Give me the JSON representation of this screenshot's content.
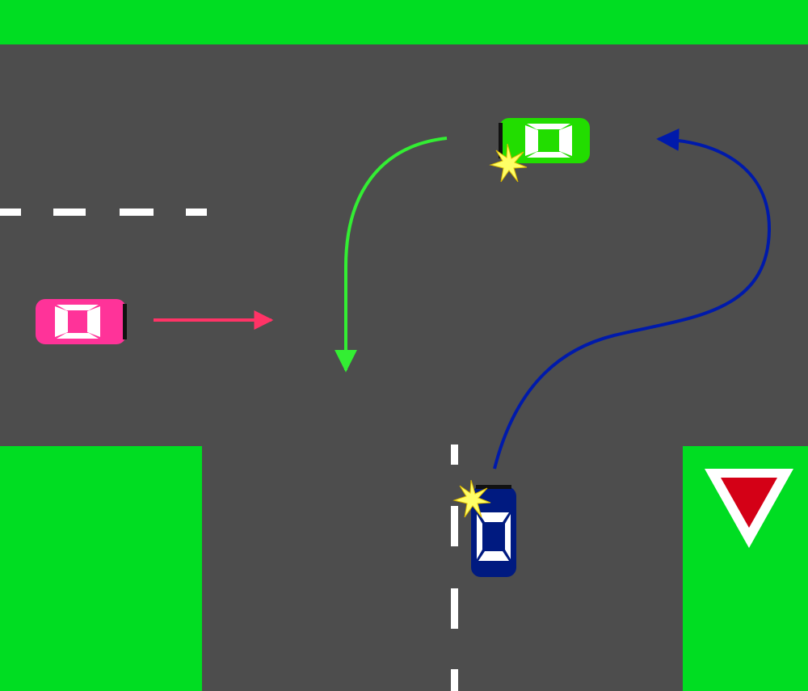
{
  "scene": {
    "description_type": "road-intersection-diagram",
    "colors": {
      "road": "#4d4d4d",
      "grass": "#00dd22",
      "lane_marking": "#ffffff",
      "yield_sign_red": "#d40016",
      "yield_sign_border": "#ffffff",
      "spark": "#ffff66"
    },
    "vehicles": [
      {
        "id": "pink-car",
        "color": "#ff3399",
        "direction": "east",
        "moving": "straight"
      },
      {
        "id": "green-car",
        "color": "#22dd00",
        "direction": "west",
        "moving": "left-turn"
      },
      {
        "id": "blue-car",
        "color": "#001a80",
        "direction": "north",
        "moving": "right-turn"
      }
    ],
    "paths": [
      {
        "id": "pink-path",
        "color": "#ff3366",
        "shape": "straight"
      },
      {
        "id": "green-path",
        "color": "#33ee33",
        "shape": "curve"
      },
      {
        "id": "blue-path",
        "color": "#001aaa",
        "shape": "curve"
      }
    ],
    "signs": [
      {
        "id": "yield-sign",
        "type": "yield"
      }
    ],
    "collision_marks": 2
  }
}
